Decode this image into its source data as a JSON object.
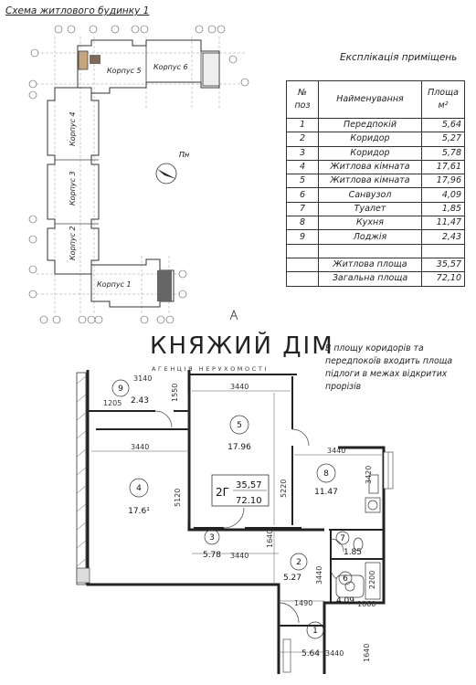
{
  "scheme_title": "Схема житлового будинку 1",
  "buildings": [
    "Корпус 1",
    "Корпус 2",
    "Корпус 3",
    "Корпус 4",
    "Корпус 5",
    "Корпус 6"
  ],
  "north_label": "Пн",
  "explication": {
    "title": "Експлікація приміщень",
    "headers": {
      "num": "№ поз",
      "name": "Найменування",
      "area": "Площа м²"
    },
    "rows": [
      {
        "n": "1",
        "name": "Передпокій",
        "area": "5,64"
      },
      {
        "n": "2",
        "name": "Коридор",
        "area": "5,27"
      },
      {
        "n": "3",
        "name": "Коридор",
        "area": "5,78"
      },
      {
        "n": "4",
        "name": "Житлова кімната",
        "area": "17,61"
      },
      {
        "n": "5",
        "name": "Житлова кімната",
        "area": "17,96"
      },
      {
        "n": "6",
        "name": "Санвузол",
        "area": "4,09"
      },
      {
        "n": "7",
        "name": "Туалет",
        "area": "1,85"
      },
      {
        "n": "8",
        "name": "Кухня",
        "area": "11,47"
      },
      {
        "n": "9",
        "name": "Лоджія",
        "area": "2,43"
      }
    ],
    "living_label": "Житлова площа",
    "living_area": "35,57",
    "total_label": "Загальна площа",
    "total_area": "72,10"
  },
  "brand": {
    "name": "КНЯЖИЙ ДІМ",
    "tagline": "АГЕНЦІЯ НЕРУХОМОСТІ"
  },
  "note": "В площу коридорів та передпокоїв входить площа підлоги в межах відкритих прорізів",
  "apartment": {
    "type": "2Г",
    "living": "35,57",
    "total": "72.10"
  },
  "rooms": [
    {
      "n": "9",
      "area": "2.43"
    },
    {
      "n": "5",
      "area": "17.96"
    },
    {
      "n": "4",
      "area": "17.6¹"
    },
    {
      "n": "8",
      "area": "11.47"
    },
    {
      "n": "3",
      "area": "5.78"
    },
    {
      "n": "7",
      "area": "1.85"
    },
    {
      "n": "2",
      "area": "5.27"
    },
    {
      "n": "6",
      "area": "4.09"
    },
    {
      "n": "1",
      "area": "5.64"
    }
  ],
  "dims": [
    "3140",
    "1205",
    "1550",
    "3440",
    "3440",
    "5220",
    "3440",
    "5120",
    "3420",
    "3440",
    "1640",
    "3440",
    "2200",
    "1490",
    "1860",
    "3440",
    "1640"
  ]
}
